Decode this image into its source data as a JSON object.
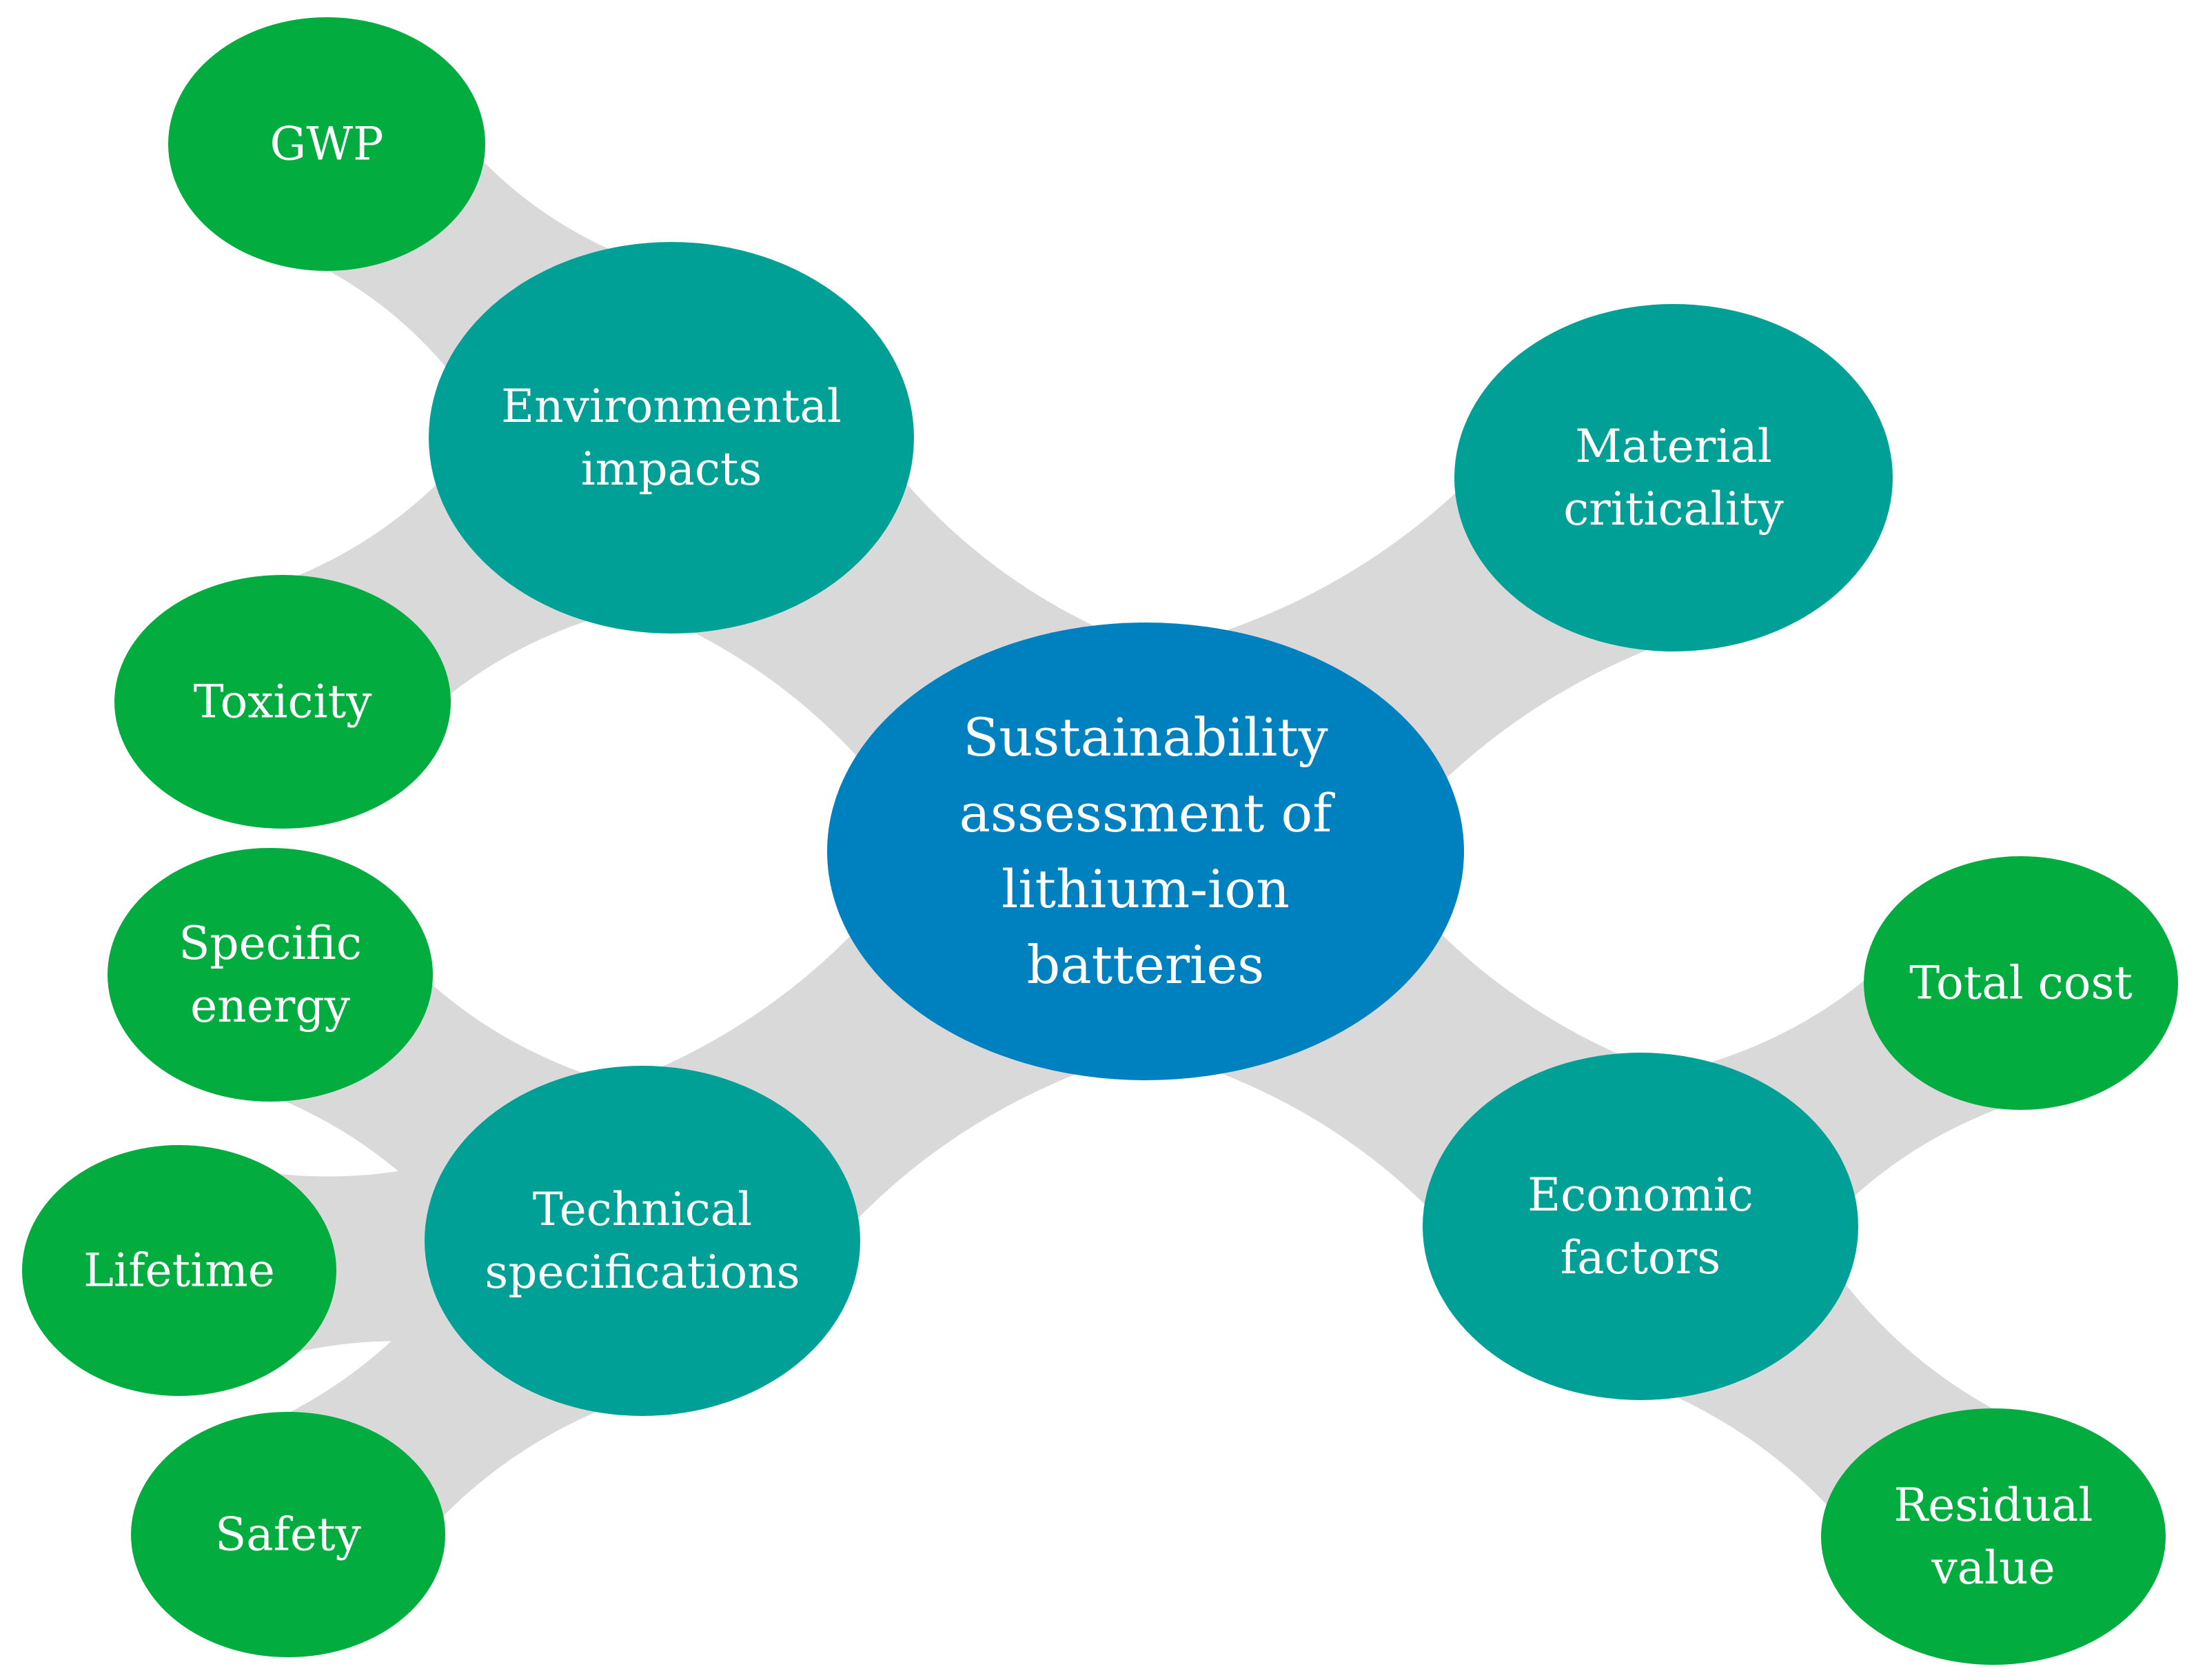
{
  "diagram": {
    "center": {
      "lines": [
        "Sustainability",
        "assessment of",
        "lithium-ion",
        "batteries"
      ]
    },
    "categories": [
      {
        "id": "environmental",
        "lines": [
          "Environmental",
          "impacts"
        ]
      },
      {
        "id": "material",
        "lines": [
          "Material",
          "criticality"
        ]
      },
      {
        "id": "technical",
        "lines": [
          "Technical",
          "specifications"
        ]
      },
      {
        "id": "economic",
        "lines": [
          "Economic",
          "factors"
        ]
      }
    ],
    "leaves": [
      {
        "id": "gwp",
        "parent": "environmental",
        "lines": [
          "GWP"
        ]
      },
      {
        "id": "toxicity",
        "parent": "environmental",
        "lines": [
          "Toxicity"
        ]
      },
      {
        "id": "specific-energy",
        "parent": "technical",
        "lines": [
          "Specific",
          "energy"
        ]
      },
      {
        "id": "lifetime",
        "parent": "technical",
        "lines": [
          "Lifetime"
        ]
      },
      {
        "id": "safety",
        "parent": "technical",
        "lines": [
          "Safety"
        ]
      },
      {
        "id": "total-cost",
        "parent": "economic",
        "lines": [
          "Total cost"
        ]
      },
      {
        "id": "residual-value",
        "parent": "economic",
        "lines": [
          "Residual",
          "value"
        ]
      }
    ]
  },
  "colors": {
    "center": "#0081BF",
    "category": "#00A096",
    "leaf": "#02AC3E",
    "connector": "#D9D9D9",
    "text": "#FFFFFF"
  }
}
